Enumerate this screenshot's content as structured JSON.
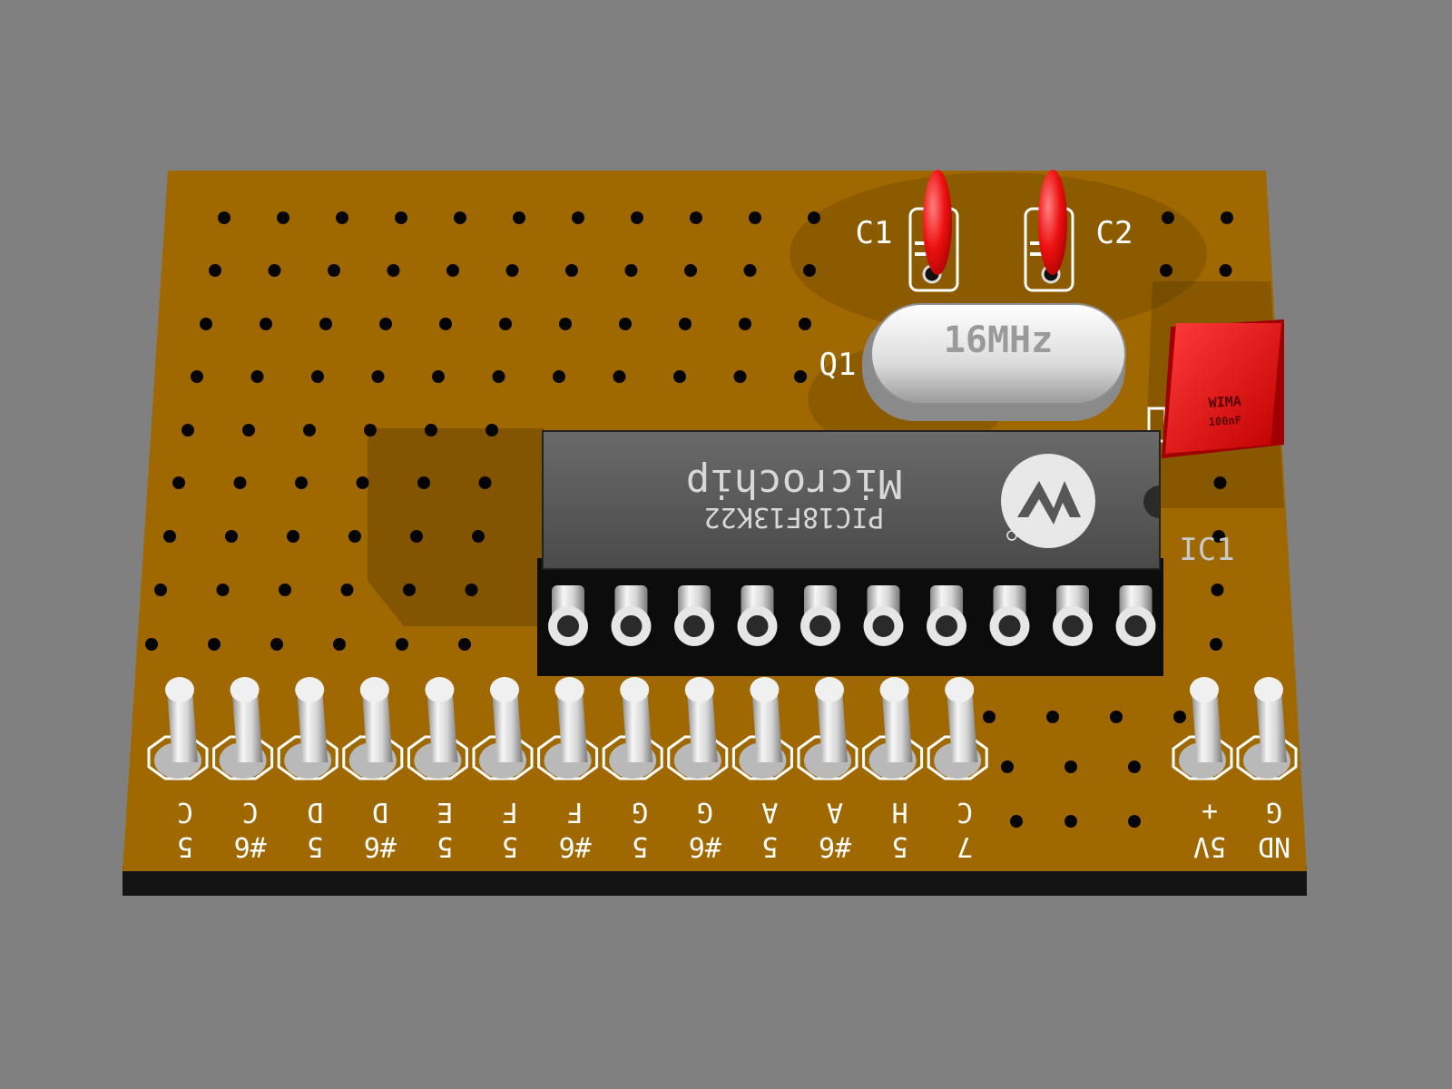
{
  "board": {
    "colors": {
      "background": "#808080",
      "pcb": "#a06800",
      "pcb_edge": "#1a1a1a",
      "silkscreen": "#ffffff",
      "capacitor": "#ee1111",
      "wima": "#e81818",
      "ic_body": "#575757",
      "metal": "#dcdcdc"
    }
  },
  "components": {
    "c1": {
      "label": "C1"
    },
    "c2": {
      "label": "C2"
    },
    "q1": {
      "label": "Q1",
      "marking": "16MHz"
    },
    "wima": {
      "brand": "WIMA",
      "value": "100nF"
    },
    "ic1": {
      "label": "IC1",
      "manufacturer": "Microchip",
      "part": "PIC18F13K22",
      "logo_icon": "microchip-logo-icon"
    }
  },
  "header": {
    "pins": [
      {
        "top": "C",
        "bottom": "5"
      },
      {
        "top": "C",
        "bottom": "#6"
      },
      {
        "top": "D",
        "bottom": "5"
      },
      {
        "top": "D",
        "bottom": "#6"
      },
      {
        "top": "E",
        "bottom": "5"
      },
      {
        "top": "F",
        "bottom": "5"
      },
      {
        "top": "F",
        "bottom": "#6"
      },
      {
        "top": "G",
        "bottom": "5"
      },
      {
        "top": "G",
        "bottom": "#6"
      },
      {
        "top": "A",
        "bottom": "5"
      },
      {
        "top": "A",
        "bottom": "#6"
      },
      {
        "top": "H",
        "bottom": "5"
      },
      {
        "top": "C",
        "bottom": "7"
      }
    ],
    "power": [
      {
        "top": "+",
        "bottom": "5V"
      },
      {
        "top": "G",
        "bottom": "ND"
      }
    ]
  }
}
